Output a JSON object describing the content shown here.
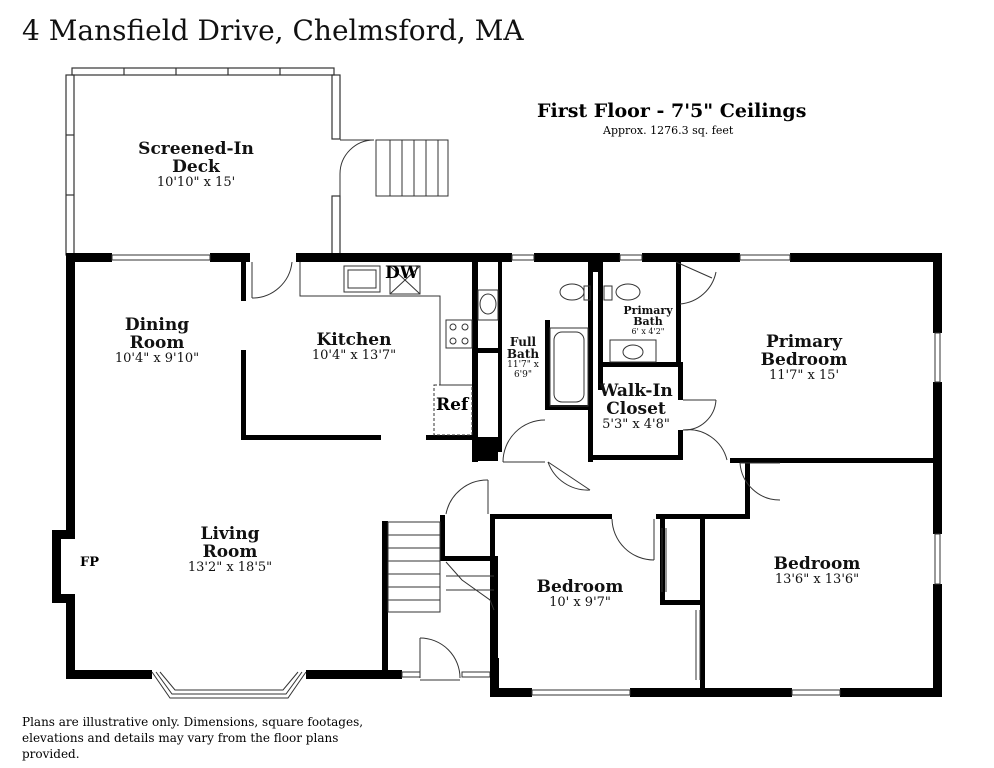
{
  "title": "4 Mansfield Drive, Chelmsford, MA",
  "floor": {
    "name": "First Floor - 7'5\" Ceilings",
    "area": "Approx. 1276.3 sq. feet"
  },
  "rooms": {
    "deck": {
      "name": "Screened-In Deck",
      "dims": "10'10\" x 15'"
    },
    "dining": {
      "name": "Dining Room",
      "dims": "10'4\" x 9'10\""
    },
    "kitchen": {
      "name": "Kitchen",
      "dims": "10'4\" x 13'7\""
    },
    "full_bath": {
      "name": "Full Bath",
      "dims": "11'7\" x 6'9\""
    },
    "primary_bath": {
      "name": "Primary Bath",
      "dims": "6' x 4'2\""
    },
    "primary_bedroom": {
      "name": "Primary Bedroom",
      "dims": "11'7\" x 15'"
    },
    "walk_in_closet": {
      "name": "Walk-In Closet",
      "dims": "5'3\" x 4'8\""
    },
    "living": {
      "name": "Living Room",
      "dims": "13'2\" x 18'5\""
    },
    "bedroom_1": {
      "name": "Bedroom",
      "dims": "10' x 9'7\""
    },
    "bedroom_2": {
      "name": "Bedroom",
      "dims": "13'6\" x 13'6\""
    }
  },
  "fixtures": {
    "dishwasher": "DW",
    "refrigerator": "Ref",
    "fireplace": "FP"
  },
  "disclaimer": "Plans are illustrative only. Dimensions, square footages, elevations and details may vary from the floor plans provided."
}
